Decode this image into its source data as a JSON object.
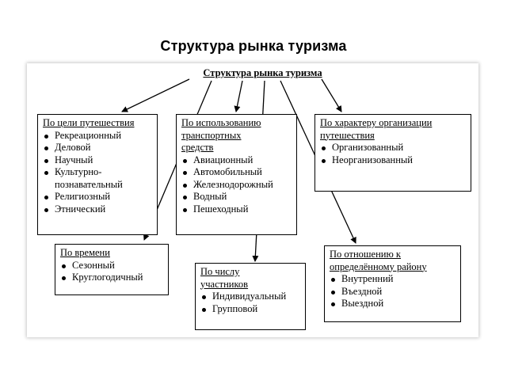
{
  "slide": {
    "title": "Структура рынка туризма"
  },
  "diagram": {
    "title": "Структура рынка туризма",
    "nodes": {
      "purpose": {
        "heading": [
          "По цели путешествия"
        ],
        "items": [
          [
            "Рекреационный"
          ],
          [
            "Деловой"
          ],
          [
            "Научный"
          ],
          [
            "Культурно-",
            "познавательный"
          ],
          [
            "Религиозный"
          ],
          [
            "Этнический"
          ]
        ]
      },
      "transport": {
        "heading": [
          "По использованию",
          "транспортных",
          "средств"
        ],
        "items": [
          [
            "Авиационный"
          ],
          [
            "Автомобильный"
          ],
          [
            "Железнодорожный"
          ],
          [
            "Водный"
          ],
          [
            "Пешеходный"
          ]
        ]
      },
      "organization": {
        "heading": [
          "По характеру организации",
          "путешествия"
        ],
        "items": [
          [
            "Организованный"
          ],
          [
            "Неорганизованный"
          ]
        ]
      },
      "time": {
        "heading": [
          "По времени"
        ],
        "items": [
          [
            "Сезонный"
          ],
          [
            "Круглогодичный"
          ]
        ]
      },
      "participants": {
        "heading": [
          "По числу",
          "участников"
        ],
        "items": [
          [
            "Индивидуальный"
          ],
          [
            "Групповой"
          ]
        ]
      },
      "region": {
        "heading": [
          "По отношению к",
          "определённому району"
        ],
        "items": [
          [
            "Внутренний"
          ],
          [
            "Въездной"
          ],
          [
            "Выездной"
          ]
        ]
      }
    },
    "colors": {
      "line": "#000000",
      "background": "#ffffff",
      "frame_shadow": "#bfbfbf"
    }
  }
}
